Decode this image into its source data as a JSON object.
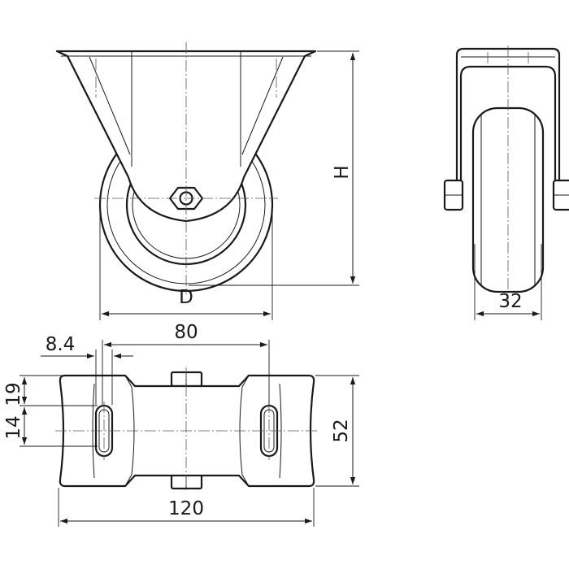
{
  "diagram": {
    "front_view": {
      "height_label": "H",
      "diameter_label": "D"
    },
    "side_view": {
      "width_label": "32"
    },
    "plate_view": {
      "slot_offset_label": "8.4",
      "hole_spacing_x_label": "80",
      "top_offset_label": "19",
      "slot_length_label": "14",
      "hole_spacing_y_label": "52",
      "plate_width_label": "120"
    },
    "colors": {
      "line": "#1a1a1a",
      "background": "#ffffff"
    }
  }
}
